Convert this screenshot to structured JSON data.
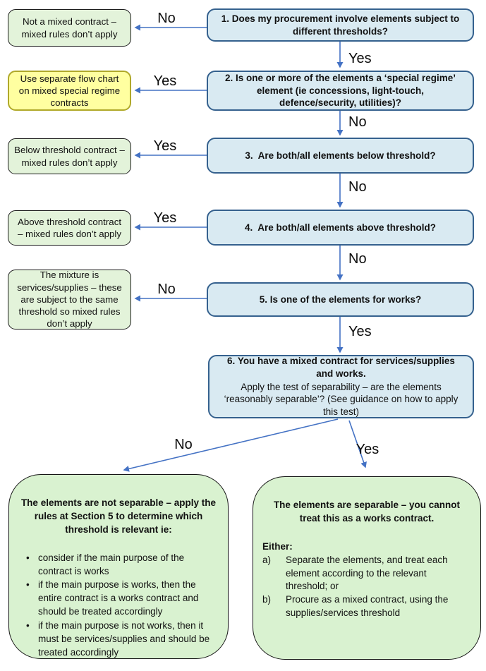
{
  "labels": {
    "yes": "Yes",
    "no": "No",
    "bullet": "•"
  },
  "questions": {
    "q1": "1. Does my procurement involve elements subject to different thresholds?",
    "q2": "2. Is one or more of the elements a ‘special regime’ element (ie concessions, light-touch, defence/security, utilities)?",
    "q3": "3.  Are both/all elements below threshold?",
    "q4": "4.  Are both/all elements above threshold?",
    "q5": "5. Is one of the elements for works?",
    "q6_heading": "6. You have a mixed contract for services/supplies and works.",
    "q6_body": "Apply the test of separability – are the elements ‘reasonably separable’? (See guidance on how to apply this test)"
  },
  "outcomes": {
    "not_mixed": "Not a mixed contract – mixed rules don’t apply",
    "special_regime": "Use separate flow chart on mixed special regime contracts",
    "below_threshold": "Below threshold contract – mixed rules don’t apply",
    "above_threshold": "Above threshold contract – mixed rules don’t apply",
    "services_supplies": "The mixture is services/supplies – these are subject to the same threshold so mixed rules don’t apply"
  },
  "final_not_separable": {
    "heading": "The elements are not separable – apply the rules at Section 5 to determine which threshold is relevant ie:",
    "bullets": [
      "consider if the main purpose of the contract is works",
      "if the main purpose is works, then the entire contract is a works contract and should be treated accordingly",
      "if the main purpose is not works, then it must be services/supplies and should be treated accordingly"
    ]
  },
  "final_separable": {
    "heading": "The elements are separable – you cannot treat this as a works contract.",
    "either_label": "Either:",
    "options": [
      {
        "marker": "a)",
        "text": "Separate the elements, and treat each element according to the relevant threshold; or"
      },
      {
        "marker": "b)",
        "text": "Procure as a mixed contract, using the supplies/services threshold"
      }
    ]
  },
  "colors": {
    "question_fill": "#d9eaf2",
    "question_border": "#35618e",
    "outcome_fill": "#e3f3da",
    "outcome_border": "#1c1c1c",
    "special_fill": "#ffffa0",
    "special_border": "#b0a92a",
    "final_fill": "#d9f2d0",
    "arrow": "#4472c4"
  }
}
